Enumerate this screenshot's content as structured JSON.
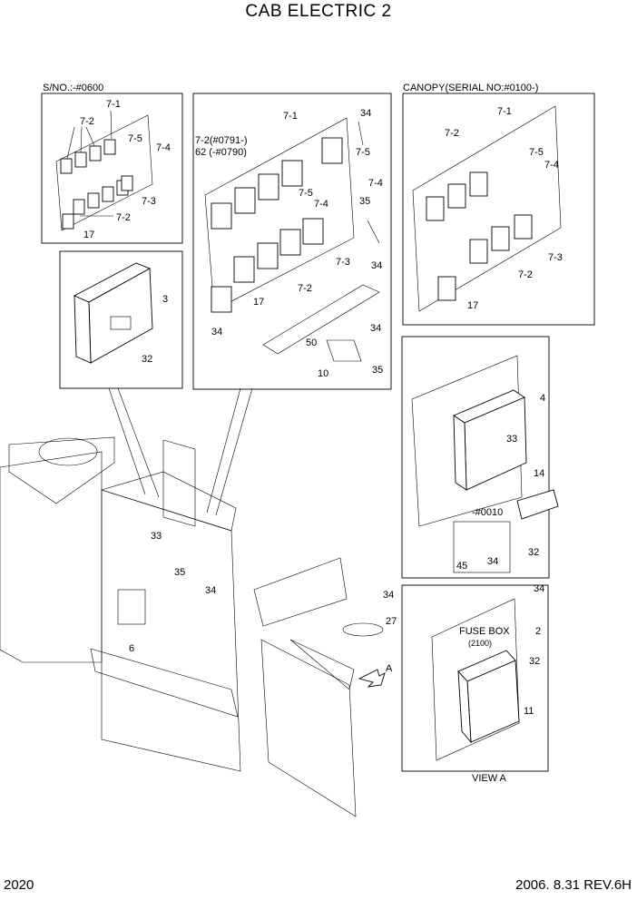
{
  "title": "CAB ELECTRIC 2",
  "page_number": "2020",
  "date_rev": "2006. 8.31  REV.6H",
  "panels": {
    "sn_note": "S/NO.:-#0600",
    "canopy_note": "CANOPY(SERIAL NO:#0100-)",
    "view_label": "VIEW A",
    "fuse_box_label": "FUSE BOX",
    "fuse_box_code": "(2100)",
    "serial_0010": "-#0010",
    "serial_0791": "7-2(#0791-)",
    "serial_0790": "62 (-#0790)",
    "arrow_label": "A"
  },
  "callouts": {
    "p1": [
      "7-1",
      "7-2",
      "7-5",
      "7-4",
      "7-3",
      "7-2",
      "17"
    ],
    "p2": [
      "7-1",
      "34",
      "7-5",
      "7-4",
      "7-5",
      "7-4",
      "35",
      "34",
      "7-3",
      "7-2",
      "17",
      "34",
      "50",
      "34",
      "10",
      "35"
    ],
    "p3": [
      "7-1",
      "7-2",
      "7-5",
      "7-4",
      "7-3",
      "7-2",
      "17"
    ],
    "p4": [
      "3",
      "32"
    ],
    "p5": [
      "4",
      "33",
      "14",
      "32",
      "45",
      "34"
    ],
    "p6": [
      "34",
      "2",
      "32",
      "11"
    ],
    "main": [
      "33",
      "35",
      "34",
      "6",
      "34",
      "27"
    ]
  }
}
